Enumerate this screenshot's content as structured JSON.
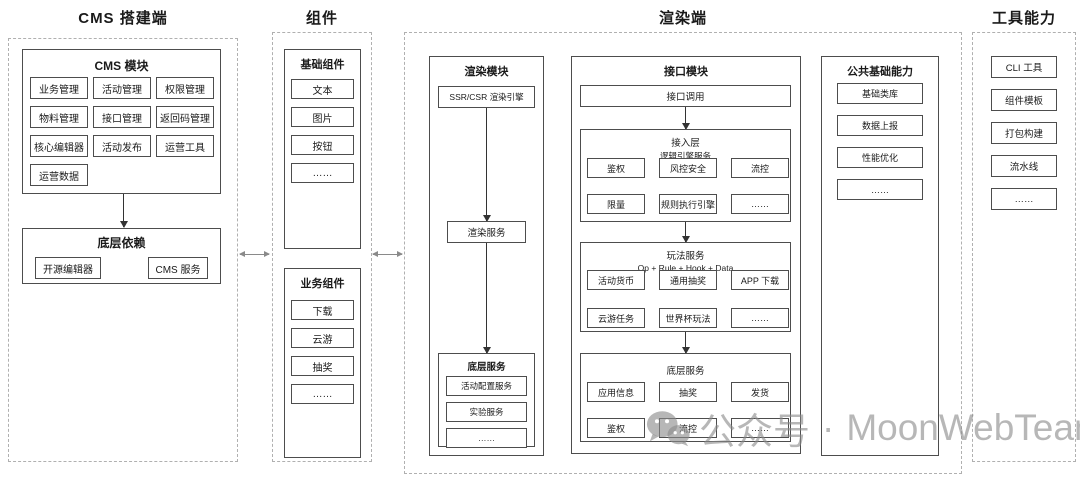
{
  "sections": {
    "cms": {
      "title": "CMS 搭建端",
      "module": {
        "title": "CMS 模块",
        "items": [
          "业务管理",
          "活动管理",
          "权限管理",
          "物料管理",
          "接口管理",
          "返回码管理",
          "核心编辑器",
          "活动发布",
          "运营工具",
          "运营数据"
        ]
      },
      "deps": {
        "title": "底层依赖",
        "items": [
          "开源编辑器",
          "CMS 服务"
        ]
      }
    },
    "components": {
      "title": "组件",
      "basic": {
        "title": "基础组件",
        "items": [
          "文本",
          "图片",
          "按钮",
          "……"
        ]
      },
      "business": {
        "title": "业务组件",
        "items": [
          "下载",
          "云游",
          "抽奖",
          "……"
        ]
      }
    },
    "render": {
      "title": "渲染端",
      "render_module": {
        "title": "渲染模块",
        "engine": "SSR/CSR 渲染引擎",
        "service": "渲染服务",
        "base": {
          "title": "底层服务",
          "items": [
            "活动配置服务",
            "实验服务",
            "……"
          ]
        }
      },
      "api_module": {
        "title": "接口模块",
        "call": "接口调用",
        "access": {
          "title": "接入层",
          "subtitle": "逻辑引擎服务",
          "items": [
            "鉴权",
            "风控安全",
            "流控",
            "限量",
            "规则执行引擎",
            "……"
          ]
        },
        "play": {
          "title": "玩法服务",
          "subtitle": "Op + Rule + Hook + Data",
          "items": [
            "活动货币",
            "通用抽奖",
            "APP 下载",
            "云游任务",
            "世界杯玩法",
            "……"
          ]
        },
        "base": {
          "title": "底层服务",
          "items": [
            "应用信息",
            "抽奖",
            "发货",
            "鉴权",
            "流控",
            "……"
          ]
        }
      },
      "common": {
        "title": "公共基础能力",
        "items": [
          "基础类库",
          "数据上报",
          "性能优化",
          "……"
        ]
      }
    },
    "tools": {
      "title": "工具能力",
      "items": [
        "CLI 工具",
        "组件模板",
        "打包构建",
        "流水线",
        "……"
      ]
    }
  },
  "watermark": {
    "source": "公众号",
    "separator": "·",
    "name": "MoonWebTeam",
    "color": "#8a8a8a"
  },
  "colors": {
    "solid_border": "#4d4d4d",
    "dashed_border": "#b0b0b0",
    "text": "#1a1a1a",
    "background": "#ffffff"
  }
}
